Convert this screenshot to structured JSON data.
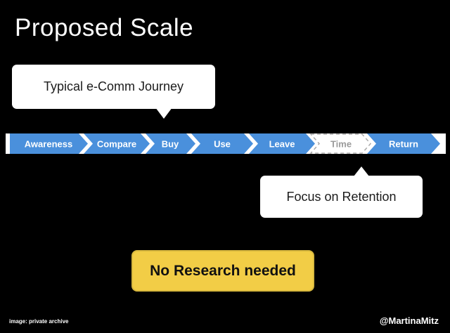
{
  "slide": {
    "title": "Proposed Scale",
    "background": "#000000",
    "footer": {
      "left": "image: private archive",
      "right": "@MartinaMitz"
    }
  },
  "callouts": {
    "journey_label": "Typical e-Comm Journey",
    "retention_label": "Focus on Retention"
  },
  "journey_bar": {
    "stages": [
      {
        "label": "Awareness",
        "style": "solid"
      },
      {
        "label": "Compare",
        "style": "solid"
      },
      {
        "label": "Buy",
        "style": "solid"
      },
      {
        "label": "Use",
        "style": "solid"
      },
      {
        "label": "Leave",
        "style": "solid"
      },
      {
        "label": "Time",
        "style": "dashed"
      },
      {
        "label": "Return",
        "style": "solid"
      }
    ],
    "colors": {
      "solid_fill": "#4A90DC",
      "solid_text": "#FFFFFF",
      "dashed_fill": "#FFFFFF",
      "dashed_border": "#AAAAAA",
      "dashed_text": "#9B9B9B",
      "strip_background": "#FFFFFF"
    }
  },
  "banner": {
    "label": "No Research needed",
    "background": "#F2CD46",
    "text_color": "#111111"
  }
}
